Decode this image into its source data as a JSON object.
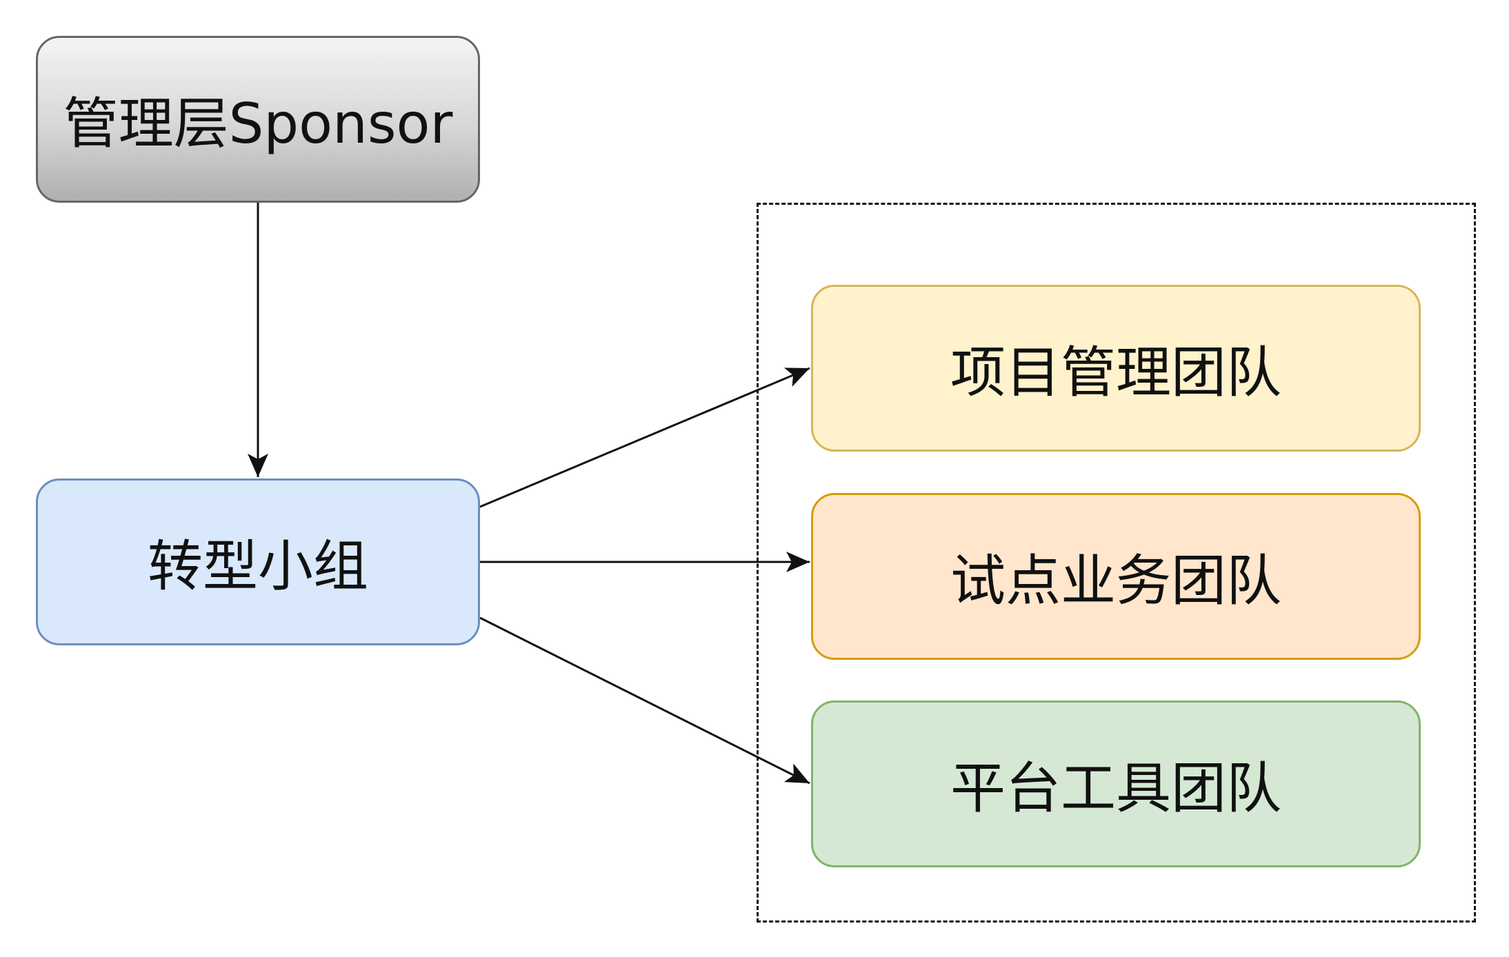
{
  "nodes": {
    "sponsor": {
      "label": "管理层Sponsor"
    },
    "transform_team": {
      "label": "转型小组"
    },
    "project_mgmt_team": {
      "label": "项目管理团队"
    },
    "pilot_business_team": {
      "label": "试点业务团队"
    },
    "platform_tools_team": {
      "label": "平台工具团队"
    }
  },
  "edges": [
    {
      "from": "sponsor",
      "to": "transform_team"
    },
    {
      "from": "transform_team",
      "to": "project_mgmt_team"
    },
    {
      "from": "transform_team",
      "to": "pilot_business_team"
    },
    {
      "from": "transform_team",
      "to": "platform_tools_team"
    }
  ],
  "colors": {
    "sponsor_fill": "#d6d6d6",
    "sponsor_stroke": "#666666",
    "transform_fill": "#dae8fc",
    "transform_stroke": "#6c8ebf",
    "project_mgmt_fill": "#fff2cc",
    "project_mgmt_stroke": "#d6b656",
    "pilot_fill": "#ffe6cc",
    "pilot_stroke": "#d79b00",
    "platform_fill": "#d5e8d4",
    "platform_stroke": "#82b366",
    "edge": "#111111"
  }
}
